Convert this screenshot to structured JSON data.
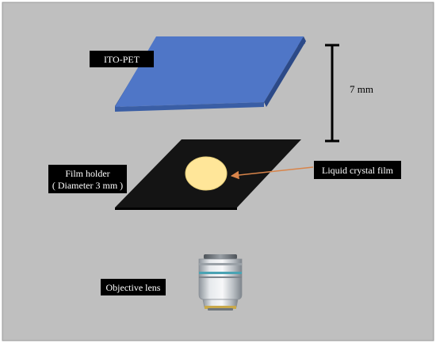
{
  "labels": {
    "ito_pet": "ITO-PET",
    "distance": "7 mm",
    "film_holder_line1": "Film holder",
    "film_holder_line2": "( Diameter 3 mm )",
    "liquid_crystal_film": "Liquid crystal film",
    "objective_lens": "Objective lens"
  },
  "colors": {
    "background": "#bfbfbf",
    "ito_pet_plate": "#4f76c7",
    "film_holder": "#141414",
    "film": "#ffe699",
    "arrow": "#d8844a",
    "label_box": "#000000",
    "label_text": "#ffffff"
  }
}
